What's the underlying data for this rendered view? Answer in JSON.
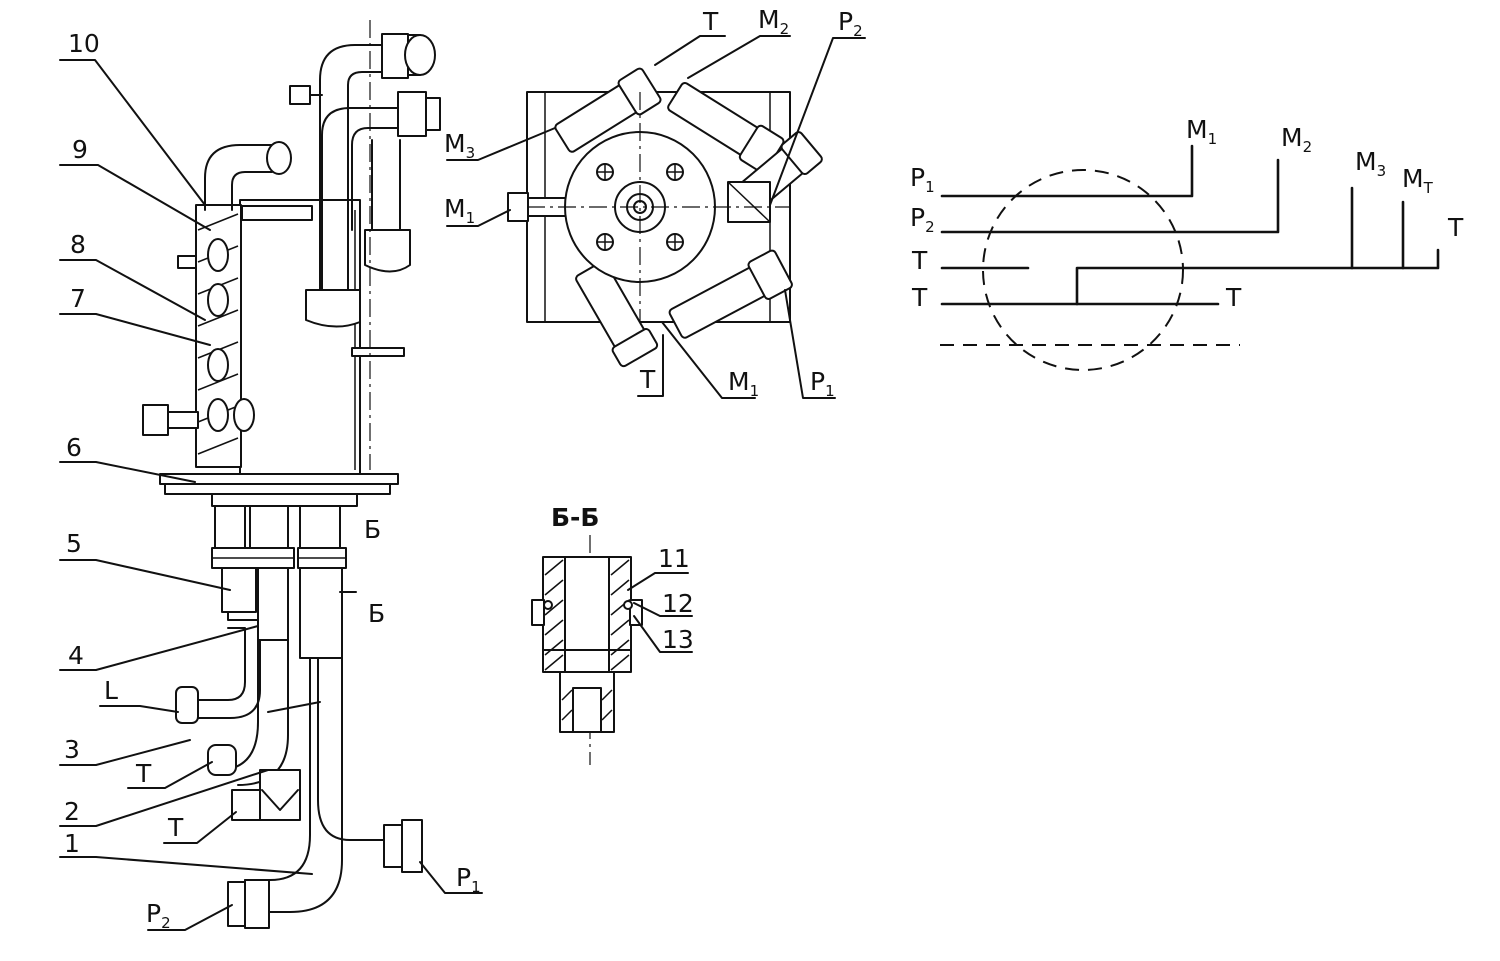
{
  "left_view": {
    "callouts": [
      {
        "id": "10",
        "text": "10"
      },
      {
        "id": "9",
        "text": "9"
      },
      {
        "id": "8",
        "text": "8"
      },
      {
        "id": "7",
        "text": "7"
      },
      {
        "id": "6",
        "text": "6"
      },
      {
        "id": "5",
        "text": "5"
      },
      {
        "id": "4",
        "text": "4"
      },
      {
        "id": "L",
        "text": "L"
      },
      {
        "id": "3",
        "text": "3"
      },
      {
        "id": "T_upper",
        "text": "T"
      },
      {
        "id": "2",
        "text": "2"
      },
      {
        "id": "T_lower",
        "text": "T"
      },
      {
        "id": "1",
        "text": "1"
      },
      {
        "id": "P2",
        "text": "P",
        "sub": "2"
      },
      {
        "id": "P1",
        "text": "P",
        "sub": "1"
      }
    ],
    "section_marks": [
      "Б",
      "Б"
    ]
  },
  "top_view": {
    "callouts": [
      {
        "id": "T_top",
        "text": "T"
      },
      {
        "id": "M2",
        "text": "M",
        "sub": "2"
      },
      {
        "id": "P2",
        "text": "P",
        "sub": "2"
      },
      {
        "id": "M3",
        "text": "M",
        "sub": "3"
      },
      {
        "id": "M1_left",
        "text": "M",
        "sub": "1"
      },
      {
        "id": "T_bottom",
        "text": "T"
      },
      {
        "id": "M1_bottom",
        "text": "M",
        "sub": "1"
      },
      {
        "id": "P1",
        "text": "P",
        "sub": "1"
      }
    ]
  },
  "section_view": {
    "title": "Б-Б",
    "callouts": [
      {
        "id": "11",
        "text": "11"
      },
      {
        "id": "12",
        "text": "12"
      },
      {
        "id": "13",
        "text": "13"
      }
    ]
  },
  "schematic": {
    "labels": [
      {
        "id": "P1",
        "text": "P",
        "sub": "1"
      },
      {
        "id": "P2",
        "text": "P",
        "sub": "2"
      },
      {
        "id": "T1",
        "text": "T"
      },
      {
        "id": "T2",
        "text": "T"
      },
      {
        "id": "M1",
        "text": "M",
        "sub": "1"
      },
      {
        "id": "M2",
        "text": "M",
        "sub": "2"
      },
      {
        "id": "M3",
        "text": "M",
        "sub": "3"
      },
      {
        "id": "MT",
        "text": "M",
        "sub": "T"
      },
      {
        "id": "T_end",
        "text": "T"
      },
      {
        "id": "T_right",
        "text": "T"
      }
    ]
  }
}
